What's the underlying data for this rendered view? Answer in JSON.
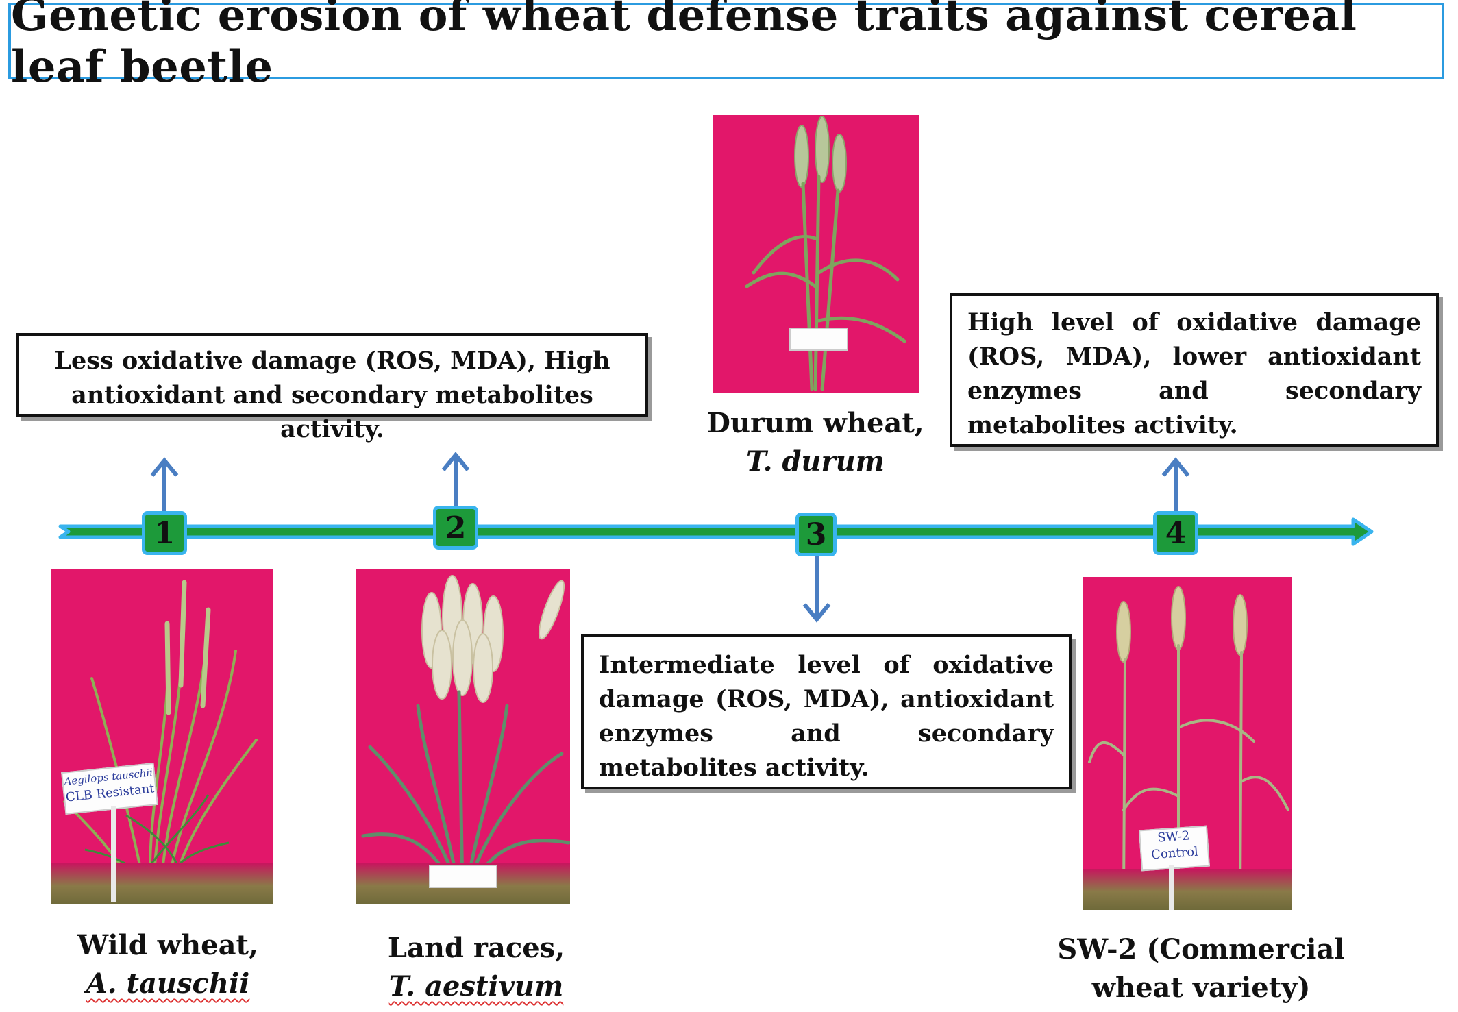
{
  "title": "Genetic erosion of wheat defense traits against cereal leaf beetle",
  "colors": {
    "title_border": "#2b9be0",
    "timeline": "#1d9a3a",
    "timeline_outline": "#39b4ee",
    "arrows": "#4a7ec2",
    "photo_background": "#e2176a"
  },
  "stages": [
    {
      "number": "1",
      "common_name": "Wild wheat,",
      "species": "A. tauschii",
      "sign_line1": "Aegilops tauschii",
      "sign_line2": "CLB Resistant"
    },
    {
      "number": "2",
      "common_name": "Land races,",
      "species": "T. aestivum"
    },
    {
      "number": "3",
      "common_name": "Durum wheat,",
      "species": "T. durum"
    },
    {
      "number": "4",
      "common_name_line1": "SW-2 (Commercial",
      "common_name_line2": "wheat variety)",
      "sign_line1": "SW-2",
      "sign_line2": "Control"
    }
  ],
  "boxes": {
    "low": "Less oxidative damage (ROS, MDA),  High antioxidant and secondary metabolites activity.",
    "intermediate": "Intermediate level of  oxidative damage (ROS, MDA), antioxidant enzymes and secondary metabolites activity.",
    "high": "High level of  oxidative damage (ROS, MDA), lower antioxidant enzymes and secondary metabolites activity."
  }
}
